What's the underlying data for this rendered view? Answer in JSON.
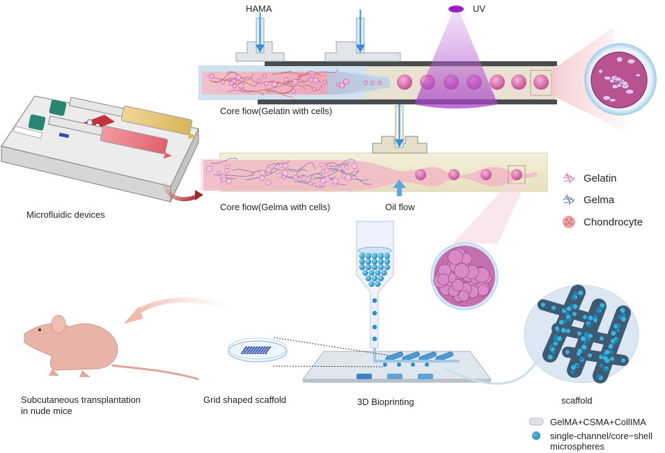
{
  "top_channel": {
    "inlet_label": "HAMA",
    "uv_label": "UV",
    "caption": "Core fiow(Gelatin with cells)"
  },
  "bottom_channel": {
    "caption": "Core fiow(Gelma with cells)",
    "oil_label": "Oil flow"
  },
  "device": {
    "caption": "Microfluidic devices"
  },
  "legend": {
    "items": [
      {
        "label": "Gelatin",
        "icon": "gelatin-fiber-icon",
        "color": "#d47fa6"
      },
      {
        "label": "Gelma",
        "icon": "gelma-fiber-icon",
        "color": "#6c7fa8"
      },
      {
        "label": "Chondrocyte",
        "icon": "chondrocyte-cluster-icon",
        "color": "#e8a3a3"
      }
    ]
  },
  "bottom_row": {
    "mouse_caption_line1": "Subcutaneous transplantation",
    "mouse_caption_line2": "in nude mice",
    "grid_caption": "Grid shaped scaffold",
    "bioprint_caption": "3D Bioprinting",
    "scaffold_caption": "scaffold"
  },
  "scaffold_legend": {
    "items": [
      {
        "label": "GelMA+CSMA+CollIMA",
        "icon": "hydrogel-disc-icon",
        "color": "#d9dde2"
      },
      {
        "label_line1": "single-channel/core−shell",
        "label_line2": "microspheres",
        "icon": "microsphere-icon",
        "color": "#3a9ad1"
      }
    ]
  }
}
